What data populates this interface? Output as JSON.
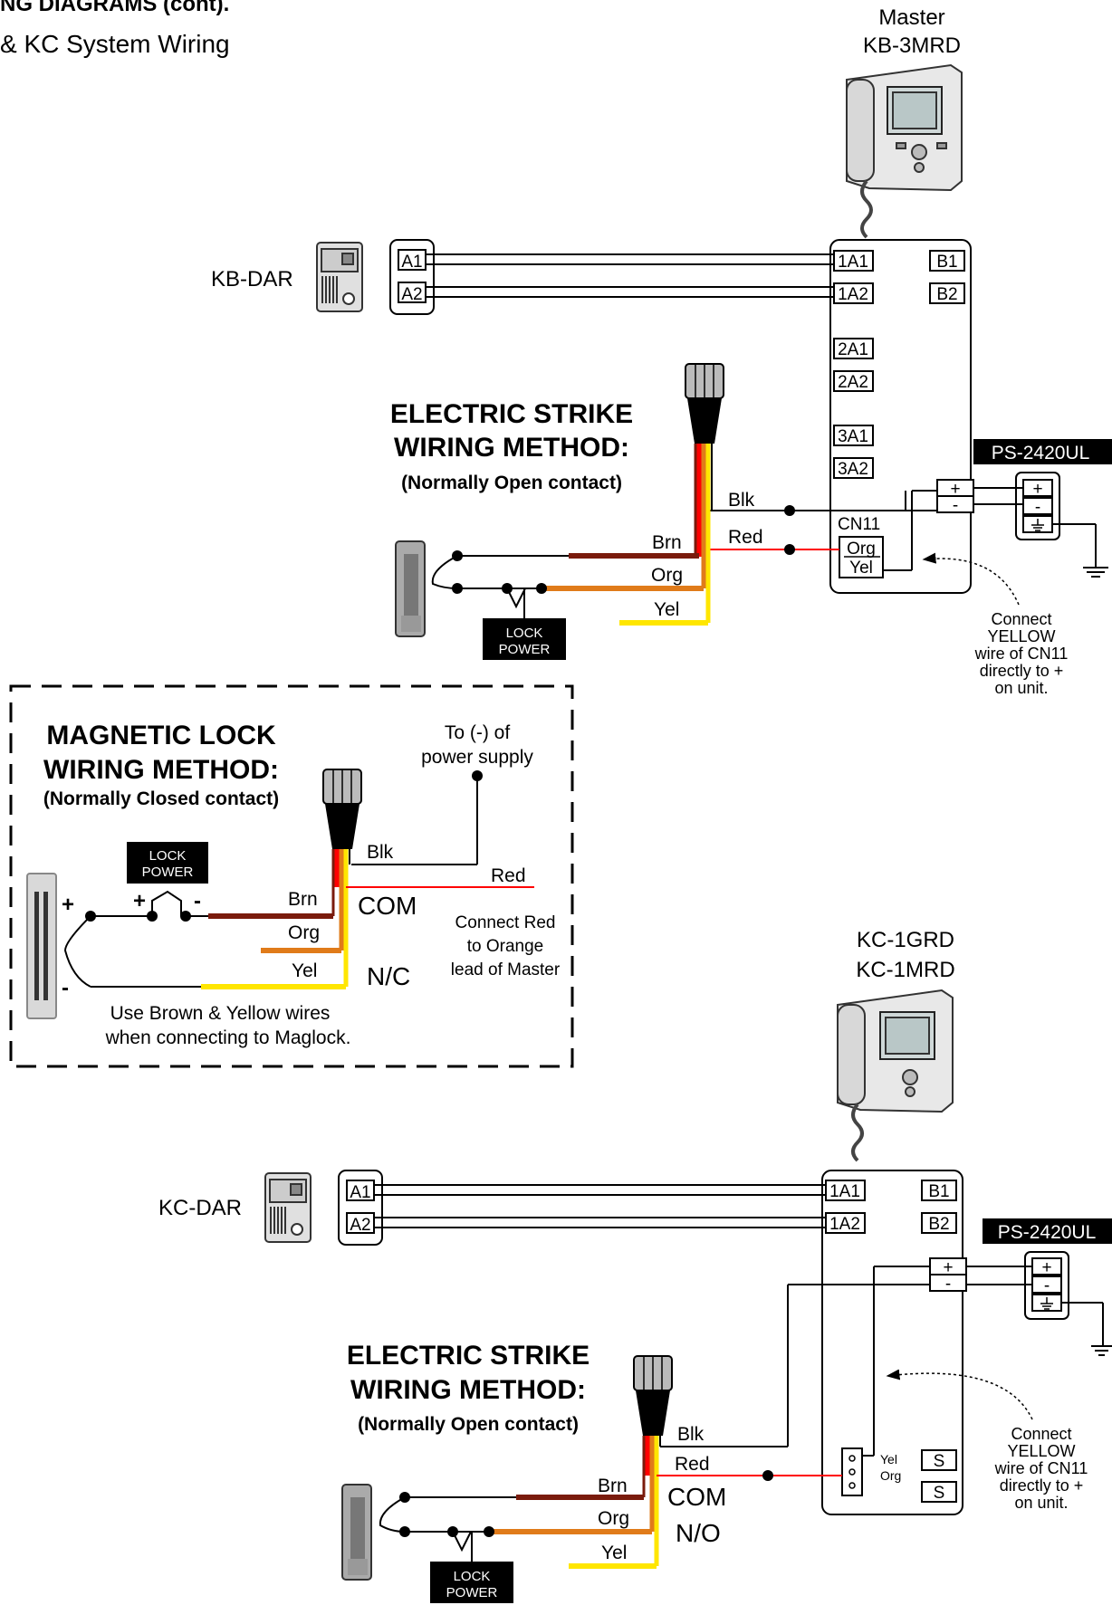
{
  "header": {
    "title": "NG DIAGRAMS (cont).",
    "subtitle": "& KC System Wiring"
  },
  "kb_system": {
    "master_label": "Master",
    "master_model": "KB-3MRD",
    "door_station": "KB-DAR",
    "door_terminals": [
      "A1",
      "A2"
    ],
    "master_terminals": [
      "1A1",
      "1A2",
      "2A1",
      "2A2",
      "3A1",
      "3A2"
    ],
    "b_terminals": [
      "B1",
      "B2"
    ],
    "cn11_label": "CN11",
    "cn11_org": "Org",
    "cn11_yel": "Yel",
    "plus": "+",
    "minus": "-",
    "power_supply": "PS-2420UL",
    "strike_title_1": "ELECTRIC STRIKE",
    "strike_title_2": "WIRING METHOD:",
    "strike_note": "(Normally Open contact)",
    "wires": {
      "blk": "Blk",
      "red": "Red",
      "brn": "Brn",
      "org": "Org",
      "yel": "Yel"
    },
    "lock_power_1": "LOCK",
    "lock_power_2": "POWER",
    "connect_note": [
      "Connect",
      "YELLOW",
      "wire of CN11",
      "directly to +",
      "on unit."
    ]
  },
  "maglock": {
    "title_1": "MAGNETIC LOCK",
    "title_2": "WIRING METHOD:",
    "note": "(Normally Closed contact)",
    "to_minus_1": "To (-) of",
    "to_minus_2": "power supply",
    "wires": {
      "blk": "Blk",
      "red": "Red",
      "brn": "Brn",
      "org": "Org",
      "yel": "Yel"
    },
    "com": "COM",
    "nc": "N/C",
    "red_note": [
      "Connect Red",
      "to Orange",
      "lead of Master"
    ],
    "lock_power_1": "LOCK",
    "lock_power_2": "POWER",
    "plus": "+",
    "minus": "-",
    "footer_1": "Use Brown & Yellow wires",
    "footer_2": "when connecting to Maglock."
  },
  "kc_system": {
    "model_1": "KC-1GRD",
    "model_2": "KC-1MRD",
    "door_station": "KC-DAR",
    "door_terminals": [
      "A1",
      "A2"
    ],
    "master_terminals": [
      "1A1",
      "1A2"
    ],
    "b_terminals": [
      "B1",
      "B2"
    ],
    "plus": "+",
    "minus": "-",
    "power_supply": "PS-2420UL",
    "strike_title_1": "ELECTRIC STRIKE",
    "strike_title_2": "WIRING METHOD:",
    "strike_note": "(Normally Open contact)",
    "wires": {
      "blk": "Blk",
      "red": "Red",
      "brn": "Brn",
      "org": "Org",
      "yel": "Yel"
    },
    "com": "COM",
    "no": "N/O",
    "conn_yel": "Yel",
    "conn_org": "Org",
    "s_terminals": [
      "S",
      "S"
    ],
    "lock_power_1": "LOCK",
    "lock_power_2": "POWER",
    "connect_note": [
      "Connect",
      "YELLOW",
      "wire of CN11",
      "directly to +",
      "on unit."
    ]
  },
  "colors": {
    "black": "#000000",
    "red": "#ff0000",
    "brown": "#7a1b0c",
    "orange": "#e07b1a",
    "yellow": "#ffe600"
  }
}
